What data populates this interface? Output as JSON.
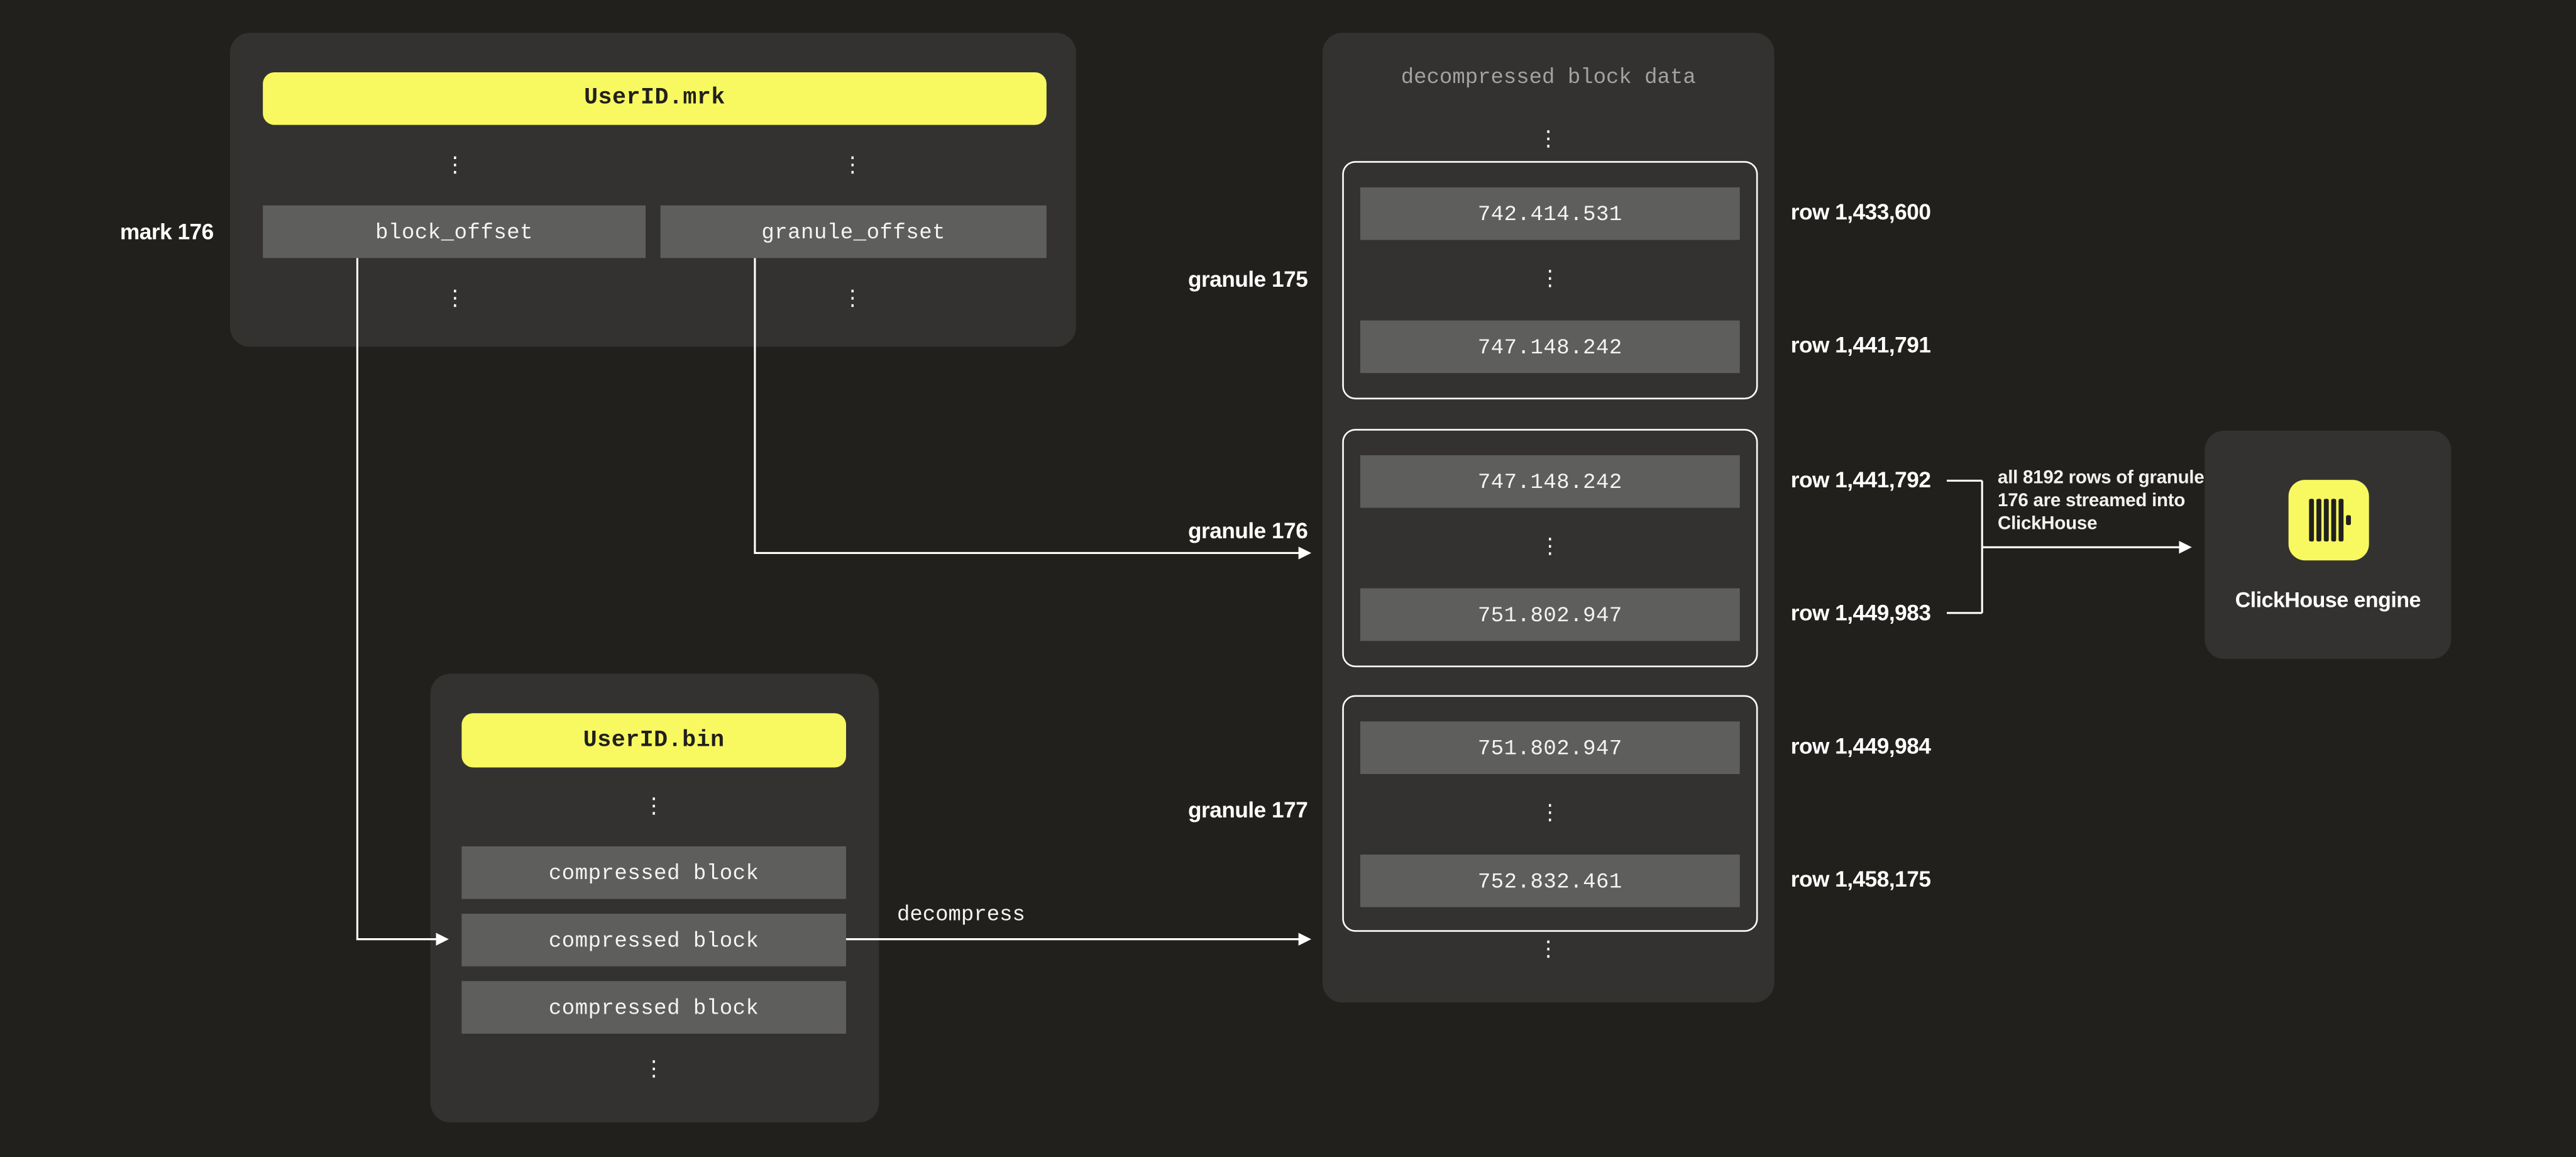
{
  "glyphs": {
    "ellipsis": "⋮"
  },
  "colors": {
    "background": "#21201c",
    "panel": "#333231",
    "cell": "#5e5e5c",
    "accent_yellow": "#f8f960",
    "connector": "#ffffff",
    "muted_title": "#a2a29e"
  },
  "mrk_file": {
    "title": "UserID.mrk",
    "mark_label": "mark 176",
    "block_offset_label": "block_offset",
    "granule_offset_label": "granule_offset"
  },
  "bin_file": {
    "title": "UserID.bin",
    "block_labels": [
      "compressed block",
      "compressed block",
      "compressed block"
    ]
  },
  "flow": {
    "decompress_label": "decompress",
    "annotation_lines": [
      "all 8192 rows of granule",
      "176 are streamed into",
      "ClickHouse"
    ]
  },
  "decompressed": {
    "title": "decompressed block data",
    "granules": [
      {
        "label": "granule 175",
        "first_value": "742.414.531",
        "last_value": "747.148.242",
        "first_row_label": "row 1,433,600",
        "last_row_label": "row 1,441,791"
      },
      {
        "label": "granule 176",
        "first_value": "747.148.242",
        "last_value": "751.802.947",
        "first_row_label": "row 1,441,792",
        "last_row_label": "row 1,449,983"
      },
      {
        "label": "granule 177",
        "first_value": "751.802.947",
        "last_value": "752.832.461",
        "first_row_label": "row 1,449,984",
        "last_row_label": "row 1,458,175"
      }
    ]
  },
  "engine": {
    "label": "ClickHouse engine"
  }
}
